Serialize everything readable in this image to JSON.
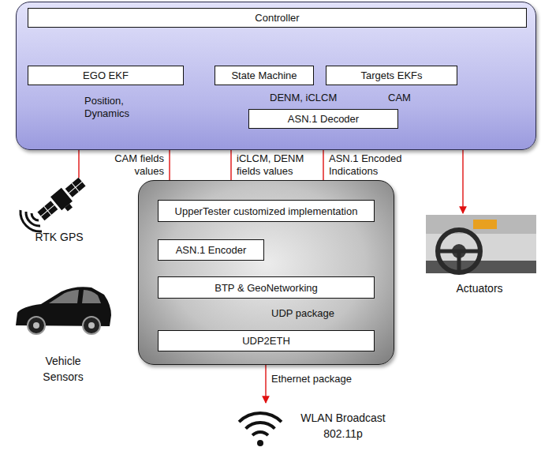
{
  "diagram": {
    "nodes": [
      {
        "text": []
      },
      {
        "text": [
          "Controller"
        ],
        "in": 0
      },
      {
        "text": [
          "EGO EKF"
        ],
        "in": 0
      },
      {
        "text": [
          "State Machine"
        ],
        "in": 0
      },
      {
        "text": [
          "Targets EKFs"
        ],
        "in": 0
      },
      {
        "text": [
          "ASN.1 Decoder"
        ],
        "in": 0
      },
      {
        "text": []
      },
      {
        "text": [
          "UpperTester customized implementation"
        ],
        "in": 6
      },
      {
        "text": [
          "ASN.1 Encoder"
        ],
        "in": 6
      },
      {
        "text": [
          "BTP & GeoNetworking"
        ],
        "in": 6
      },
      {
        "text": [
          "UDP2ETH"
        ],
        "in": 6
      },
      {
        "text": [
          "RTK GPS"
        ]
      },
      {
        "text": [
          "Vehicle Sensors"
        ]
      },
      {
        "text": [
          "Actuators"
        ]
      },
      {
        "text": [
          "WLAN Broadcast 802.11p"
        ]
      }
    ],
    "edges": [
      {
        "from": 2,
        "to": 1,
        "arrow": "to"
      },
      {
        "from": 3,
        "to": 1,
        "arrow": "to"
      },
      {
        "from": 4,
        "to": 1,
        "arrow": "to"
      },
      {
        "from": 5,
        "to": 3,
        "label": "DENM, iCLCM",
        "arrow": "to"
      },
      {
        "from": 5,
        "to": 4,
        "label": "CAM",
        "arrow": "to"
      },
      {
        "from": 11,
        "to": 2,
        "label": "Position, Dynamics",
        "arrow": "to"
      },
      {
        "from": 2,
        "to": 7,
        "label": "CAM fields values",
        "arrow": "to"
      },
      {
        "from": 3,
        "to": 7,
        "label": "iCLCM, DENM fields values",
        "arrow": "to"
      },
      {
        "from": 7,
        "to": 5,
        "label": "ASN.1 Encoded Indications",
        "arrow": "to"
      },
      {
        "from": 7,
        "to": 8,
        "arrow": "to"
      },
      {
        "from": 8,
        "to": 9,
        "arrow": "to"
      },
      {
        "from": 9,
        "to": 7,
        "arrow": "to"
      },
      {
        "from": 9,
        "to": 10,
        "label": "UDP package",
        "arrow": "both"
      },
      {
        "from": 10,
        "to": 14,
        "label": "Ethernet package",
        "arrow": "both"
      },
      {
        "from": 1,
        "to": 13,
        "arrow": "to"
      }
    ]
  }
}
